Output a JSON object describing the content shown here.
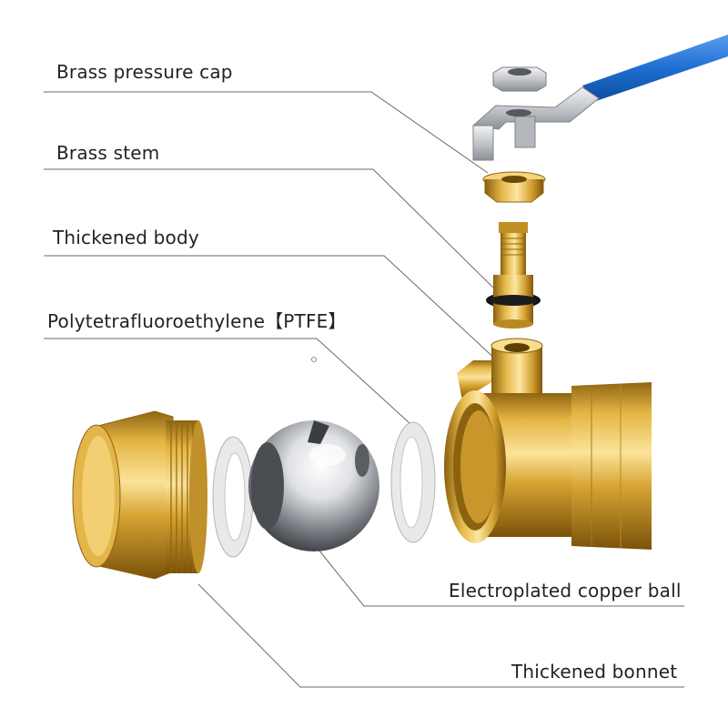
{
  "labels": {
    "brass_pressure_cap": "Brass pressure cap",
    "brass_stem": "Brass stem",
    "thickened_body": "Thickened body",
    "ptfe": "Polytetrafluoroethylene【PTFE】",
    "copper_ball": "Electroplated copper ball",
    "thickened_bonnet": "Thickened bonnet"
  },
  "colors": {
    "brass": "#d9a93a",
    "brass_light": "#f6dc86",
    "brass_dark": "#9a6c14",
    "handle_blue": "#1e6fd1",
    "steel": "#c7c9cc",
    "ptfe_white": "#f4f4f4",
    "leader_line": "#6a6a6a"
  }
}
